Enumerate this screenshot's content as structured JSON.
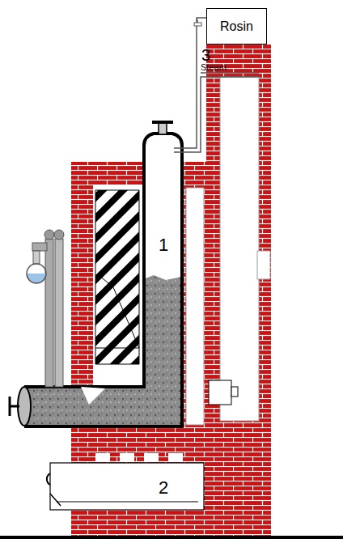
{
  "diagram": {
    "nodes": [
      {
        "text": [
          "Rosin"
        ]
      }
    ],
    "labels": [
      "3",
      "Steam",
      "1",
      "2"
    ]
  }
}
